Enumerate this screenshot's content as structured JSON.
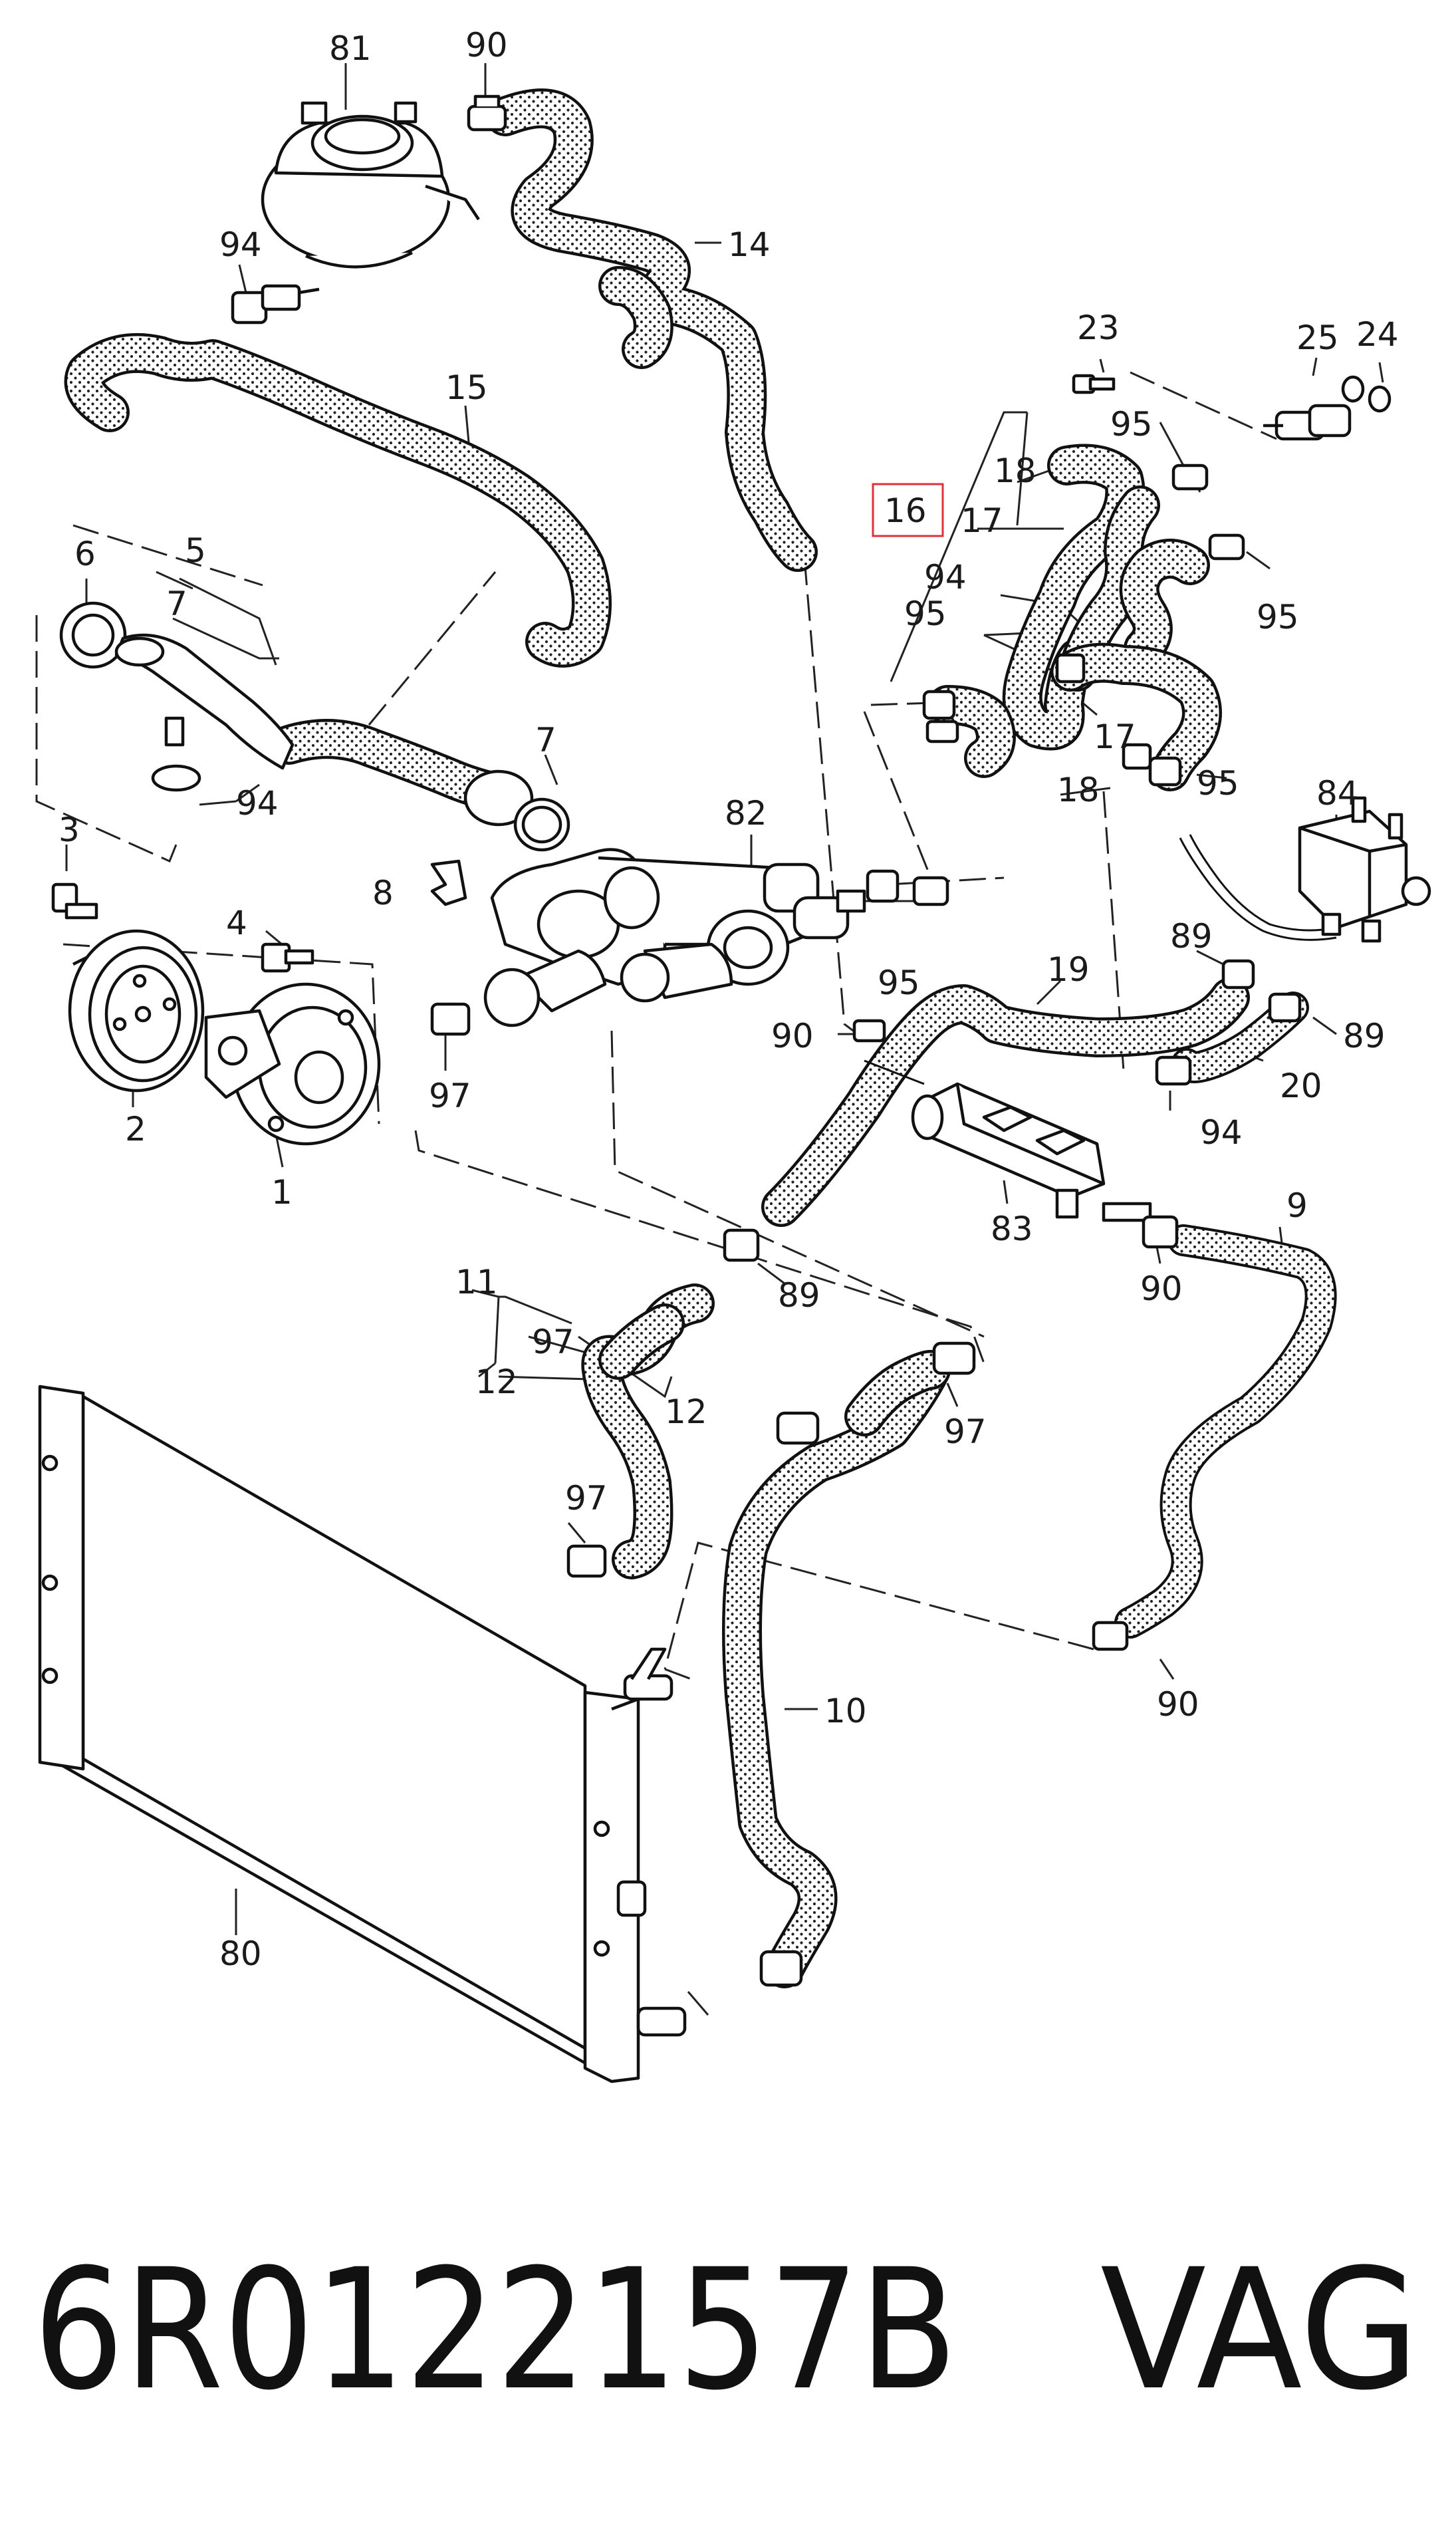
{
  "diagram": {
    "callouts": [
      {
        "id": "c81",
        "text": "81"
      },
      {
        "id": "c90a",
        "text": "90"
      },
      {
        "id": "c14",
        "text": "14"
      },
      {
        "id": "c94a",
        "text": "94"
      },
      {
        "id": "c15",
        "text": "15"
      },
      {
        "id": "c23",
        "text": "23"
      },
      {
        "id": "c25",
        "text": "25"
      },
      {
        "id": "c24",
        "text": "24"
      },
      {
        "id": "c95a",
        "text": "95"
      },
      {
        "id": "c18a",
        "text": "18"
      },
      {
        "id": "c16",
        "text": "16"
      },
      {
        "id": "c17a",
        "text": "17"
      },
      {
        "id": "c94b",
        "text": "94"
      },
      {
        "id": "c95b",
        "text": "95"
      },
      {
        "id": "c95c",
        "text": "95"
      },
      {
        "id": "c17b",
        "text": "17"
      },
      {
        "id": "c18b",
        "text": "18"
      },
      {
        "id": "c95d",
        "text": "95"
      },
      {
        "id": "c6",
        "text": "6"
      },
      {
        "id": "c5",
        "text": "5"
      },
      {
        "id": "c7a",
        "text": "7"
      },
      {
        "id": "c94c",
        "text": "94"
      },
      {
        "id": "c7b",
        "text": "7"
      },
      {
        "id": "c82",
        "text": "82"
      },
      {
        "id": "c84",
        "text": "84"
      },
      {
        "id": "c3",
        "text": "3"
      },
      {
        "id": "c8",
        "text": "8"
      },
      {
        "id": "c4",
        "text": "4"
      },
      {
        "id": "c89a",
        "text": "89"
      },
      {
        "id": "c19",
        "text": "19"
      },
      {
        "id": "c95e",
        "text": "95"
      },
      {
        "id": "c90b",
        "text": "90"
      },
      {
        "id": "c89b",
        "text": "89"
      },
      {
        "id": "c97a",
        "text": "97"
      },
      {
        "id": "c2",
        "text": "2"
      },
      {
        "id": "c1",
        "text": "1"
      },
      {
        "id": "c20",
        "text": "20"
      },
      {
        "id": "c94d",
        "text": "94"
      },
      {
        "id": "c83",
        "text": "83"
      },
      {
        "id": "c9",
        "text": "9"
      },
      {
        "id": "c90c",
        "text": "90"
      },
      {
        "id": "c11",
        "text": "11"
      },
      {
        "id": "c89c",
        "text": "89"
      },
      {
        "id": "c97b",
        "text": "97"
      },
      {
        "id": "c12a",
        "text": "12"
      },
      {
        "id": "c12b",
        "text": "12"
      },
      {
        "id": "c97c",
        "text": "97"
      },
      {
        "id": "c97d",
        "text": "97"
      },
      {
        "id": "c10",
        "text": "10"
      },
      {
        "id": "c90d",
        "text": "90"
      },
      {
        "id": "c80",
        "text": "80"
      }
    ],
    "highlight_color": "#e0303a",
    "part_number": "6R0122157B",
    "brand": "VAG"
  }
}
